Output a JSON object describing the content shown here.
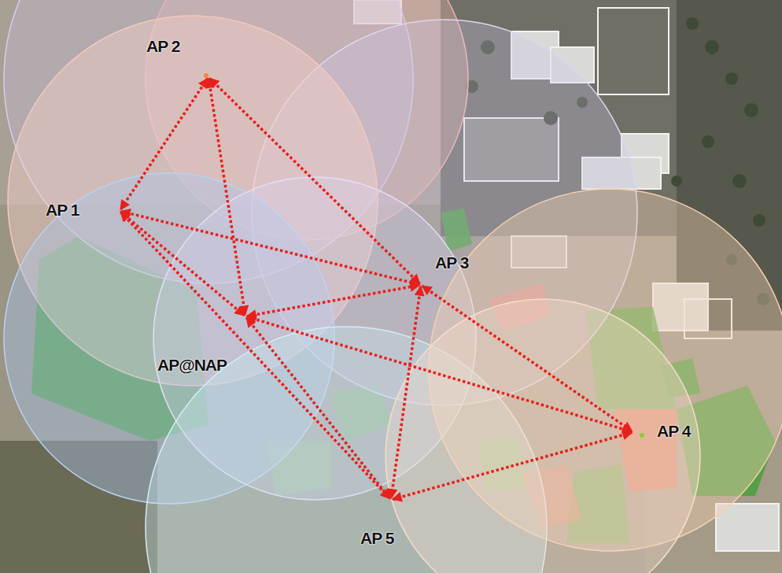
{
  "diagram": {
    "nodes": [
      {
        "text": [
          "AP 2"
        ]
      },
      {
        "text": [
          "AP 1"
        ]
      },
      {
        "text": [
          "AP 3"
        ]
      },
      {
        "text": [
          "AP@NAP"
        ]
      },
      {
        "text": [
          "AP 4"
        ]
      },
      {
        "text": [
          "AP 5"
        ]
      }
    ],
    "edges": [
      {
        "from": 0,
        "to": 1,
        "arrow": "both"
      },
      {
        "from": 0,
        "to": 3,
        "arrow": "both"
      },
      {
        "from": 0,
        "to": 2,
        "arrow": "both"
      },
      {
        "from": 1,
        "to": 2,
        "arrow": "both"
      },
      {
        "from": 1,
        "to": 3,
        "arrow": "both"
      },
      {
        "from": 1,
        "to": 5,
        "arrow": "both"
      },
      {
        "from": 3,
        "to": 2,
        "arrow": "both"
      },
      {
        "from": 3,
        "to": 4,
        "arrow": "both"
      },
      {
        "from": 3,
        "to": 5,
        "arrow": "both"
      },
      {
        "from": 2,
        "to": 5,
        "arrow": "both"
      },
      {
        "from": 2,
        "to": 4,
        "arrow": "both"
      },
      {
        "from": 4,
        "to": 5,
        "arrow": "both"
      }
    ]
  }
}
